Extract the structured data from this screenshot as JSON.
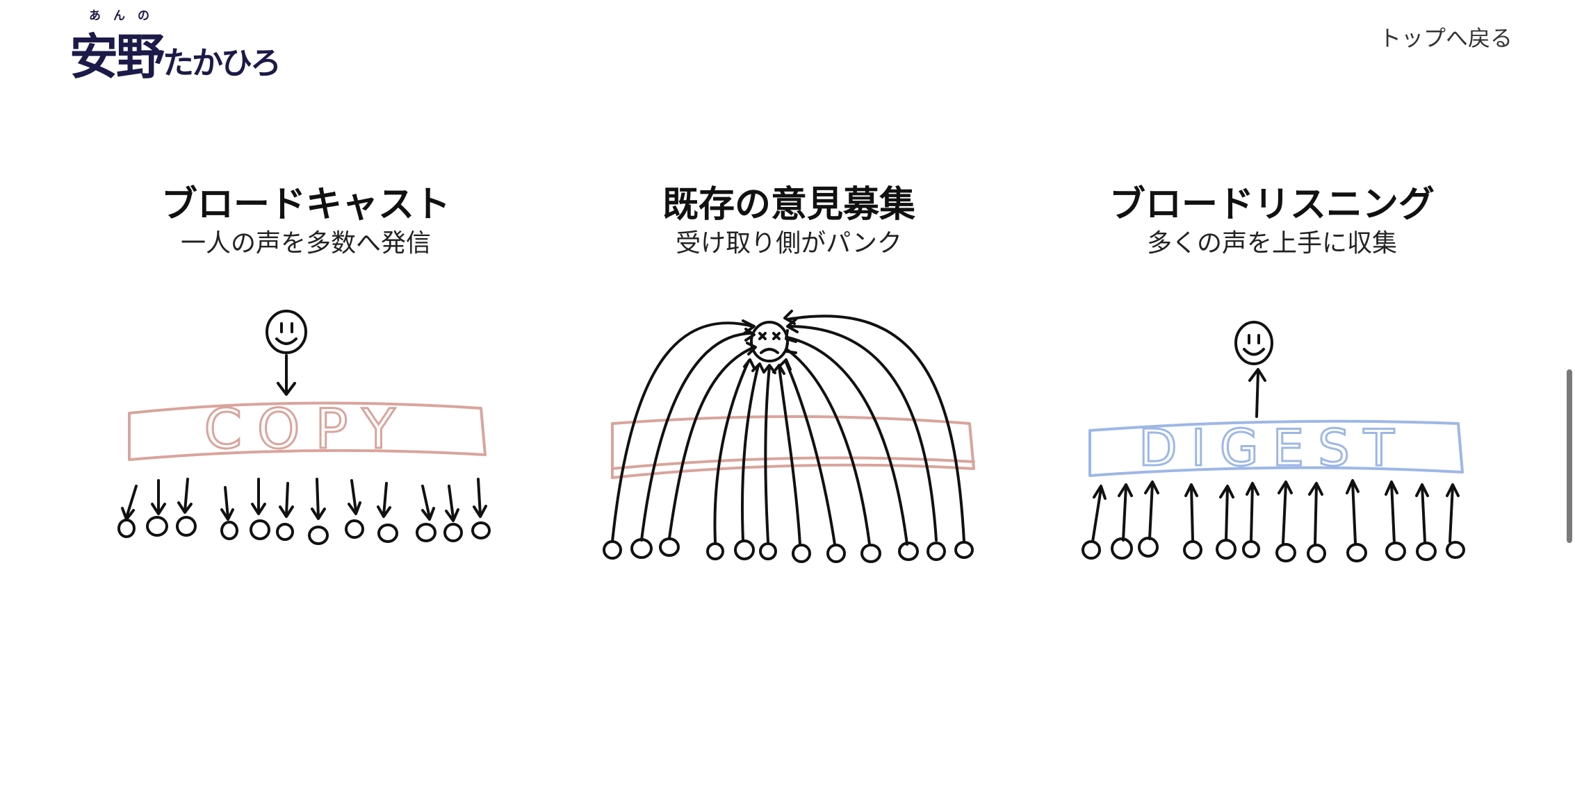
{
  "header": {
    "logo_ruby": "あんの",
    "logo_kanji": "安野",
    "logo_kana": "たかひろ",
    "back_link": "トップへ戻る"
  },
  "panels": [
    {
      "title": "ブロードキャスト",
      "subtitle": "一人の声を多数へ発信",
      "box_label": "COPY",
      "box_color": "#d9a49c"
    },
    {
      "title": "既存の意見募集",
      "subtitle": "受け取り側がパンク",
      "box_color": "#d9a49c"
    },
    {
      "title": "ブロードリスニング",
      "subtitle": "多くの声を上手に収集",
      "box_label": "DIGEST",
      "box_color": "#9db7e6"
    }
  ],
  "colors": {
    "logo": "#1b1a48",
    "ink": "#111111",
    "copy_box": "#d9a49c",
    "digest_box": "#9db7e6"
  }
}
